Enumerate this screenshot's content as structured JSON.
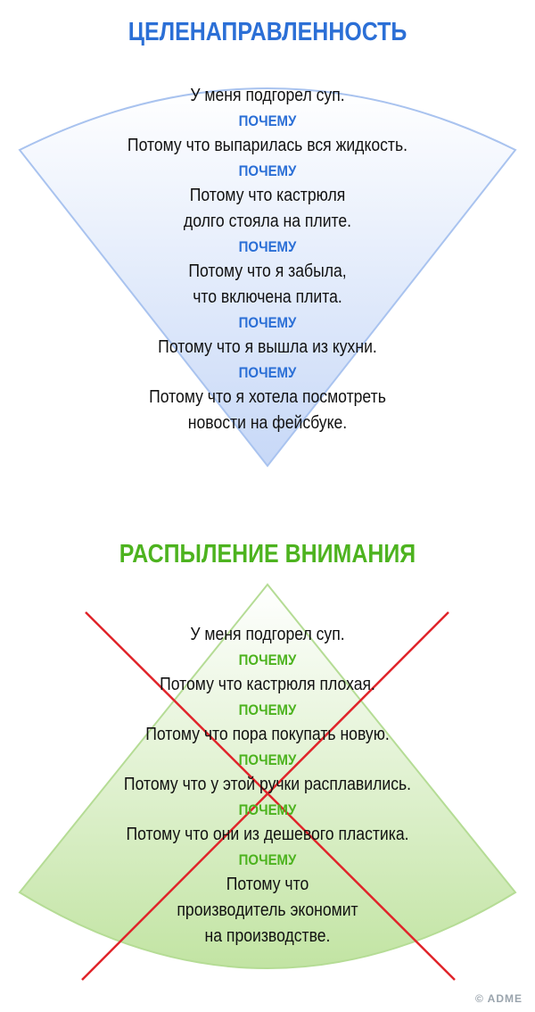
{
  "focus_section": {
    "title": "ЦЕЛЕНАПРАВЛЕННОСТЬ",
    "items": [
      {
        "text": "У меня подгорел суп.",
        "why": "ПОЧЕМУ"
      },
      {
        "text": "Потому что выпарилась вся жидкость.",
        "why": "ПОЧЕМУ"
      },
      {
        "text": "Потому что кастрюля",
        "text2": "долго стояла на плите.",
        "why": "ПОЧЕМУ"
      },
      {
        "text": "Потому что я забыла,",
        "text2": "что включена плита.",
        "why": "ПОЧЕМУ"
      },
      {
        "text": "Потому что я вышла из кухни.",
        "why": "ПОЧЕМУ"
      },
      {
        "text": "Потому что я хотела посмотреть",
        "text2": "новости на фейсбуке."
      }
    ],
    "colors": {
      "accent": "#2b6fd6",
      "fill_top": "#ffffff",
      "fill_bottom": "#c9d9f7",
      "stroke": "#a9c3ef"
    }
  },
  "scatter_section": {
    "title": "РАСПЫЛЕНИЕ ВНИМАНИЯ",
    "items": [
      {
        "text": "У меня подгорел суп.",
        "why": "ПОЧЕМУ"
      },
      {
        "text": "Потому что кастрюля плохая.",
        "why": "ПОЧЕМУ"
      },
      {
        "text": "Потому что пора покупать новую.",
        "why": "ПОЧЕМУ"
      },
      {
        "text": "Потому что у этой ручки расплавились.",
        "why": "ПОЧЕМУ"
      },
      {
        "text": "Потому что они из дешевого пластика.",
        "why": "ПОЧЕМУ"
      },
      {
        "text": "Потому что",
        "text2": "производитель экономит",
        "text3": "на производстве."
      }
    ],
    "colors": {
      "accent": "#4db31f",
      "fill_top": "#ffffff",
      "fill_bottom": "#c6e6a9",
      "stroke": "#b5dc95",
      "cross": "#e0242a"
    }
  },
  "watermark": "© ADME"
}
